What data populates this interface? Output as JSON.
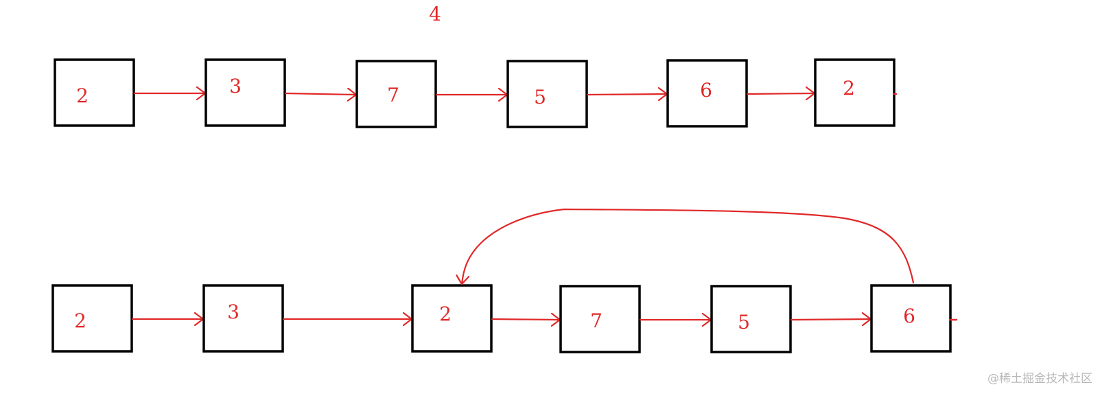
{
  "colors": {
    "box_stroke": "#000000",
    "arrow": "#e02828",
    "label": "#e02828",
    "watermark": "#b8b8b8"
  },
  "diagram": {
    "insert_value": "4",
    "list_top": [
      "2",
      "3",
      "7",
      "5",
      "6",
      "2"
    ],
    "list_bottom": [
      "2",
      "3",
      "2",
      "7",
      "5",
      "6"
    ],
    "back_edge": {
      "from_index": 5,
      "to_index": 2
    }
  },
  "watermark": "@稀土掘金技术社区"
}
